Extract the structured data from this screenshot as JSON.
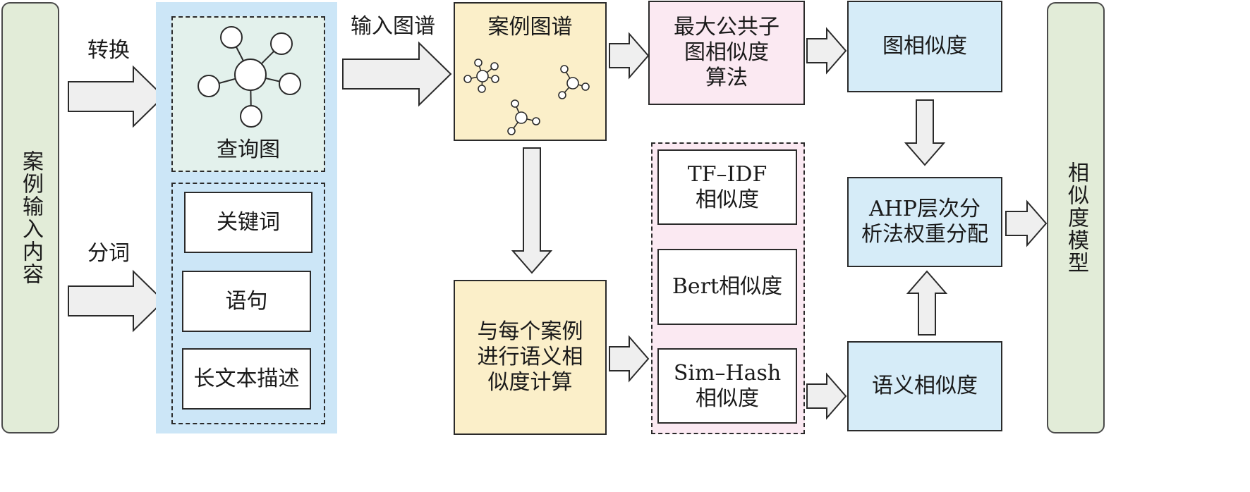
{
  "input_content": "案例输入内容",
  "label_transform": "转换",
  "label_segment": "分词",
  "label_input_graph": "输入图谱",
  "query_graph": "查询图",
  "keyword": "关键词",
  "sentence": "语句",
  "long_text": "长文本描述",
  "case_graph": "案例图谱",
  "mcs_algorithm": "最大公共子\n图相似度\n算法",
  "graph_similarity": "图相似度",
  "semantic_calc": "与每个案例\n进行语义相\n似度计算",
  "tfidf_similarity": "TF–IDF\n相似度",
  "bert_similarity": "Bert相似度",
  "simhash_similarity": "Sim–Hash\n相似度",
  "ahp_weight": "AHP层次分\n析法权重分配",
  "semantic_similarity": "语义相似度",
  "similarity_model": "相似度模型",
  "colors": {
    "green_fill": "#e2ecd8",
    "blue_panel": "#cce6f7",
    "mint_fill": "#e3f1ec",
    "yellow_fill": "#fbefc9",
    "pink_fill": "#fbe9f2",
    "light_blue_box": "#d6ecf8",
    "arrow_fill": "#efefef",
    "border": "#2a2a2a"
  }
}
